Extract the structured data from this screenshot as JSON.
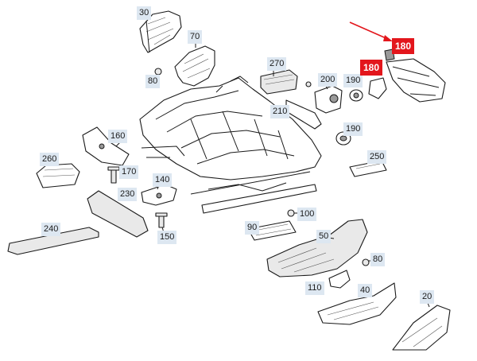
{
  "parts": [
    {
      "id": "p30",
      "label": "30"
    },
    {
      "id": "p70",
      "label": "70"
    },
    {
      "id": "p80a",
      "label": "80"
    },
    {
      "id": "p270",
      "label": "270"
    },
    {
      "id": "p200",
      "label": "200"
    },
    {
      "id": "p190a",
      "label": "190"
    },
    {
      "id": "p180a",
      "label": "180"
    },
    {
      "id": "p180b",
      "label": "180"
    },
    {
      "id": "p210",
      "label": "210"
    },
    {
      "id": "p190b",
      "label": "190"
    },
    {
      "id": "p160",
      "label": "160"
    },
    {
      "id": "p260",
      "label": "260"
    },
    {
      "id": "p170",
      "label": "170"
    },
    {
      "id": "p140",
      "label": "140"
    },
    {
      "id": "p230",
      "label": "230"
    },
    {
      "id": "p250",
      "label": "250"
    },
    {
      "id": "p100",
      "label": "100"
    },
    {
      "id": "p240",
      "label": "240"
    },
    {
      "id": "p150",
      "label": "150"
    },
    {
      "id": "p90",
      "label": "90"
    },
    {
      "id": "p50",
      "label": "50"
    },
    {
      "id": "p80b",
      "label": "80"
    },
    {
      "id": "p110",
      "label": "110"
    },
    {
      "id": "p40",
      "label": "40"
    },
    {
      "id": "p20",
      "label": "20"
    }
  ],
  "highlight": {
    "color": "#e3161c",
    "arrow_color": "#e3161c"
  }
}
